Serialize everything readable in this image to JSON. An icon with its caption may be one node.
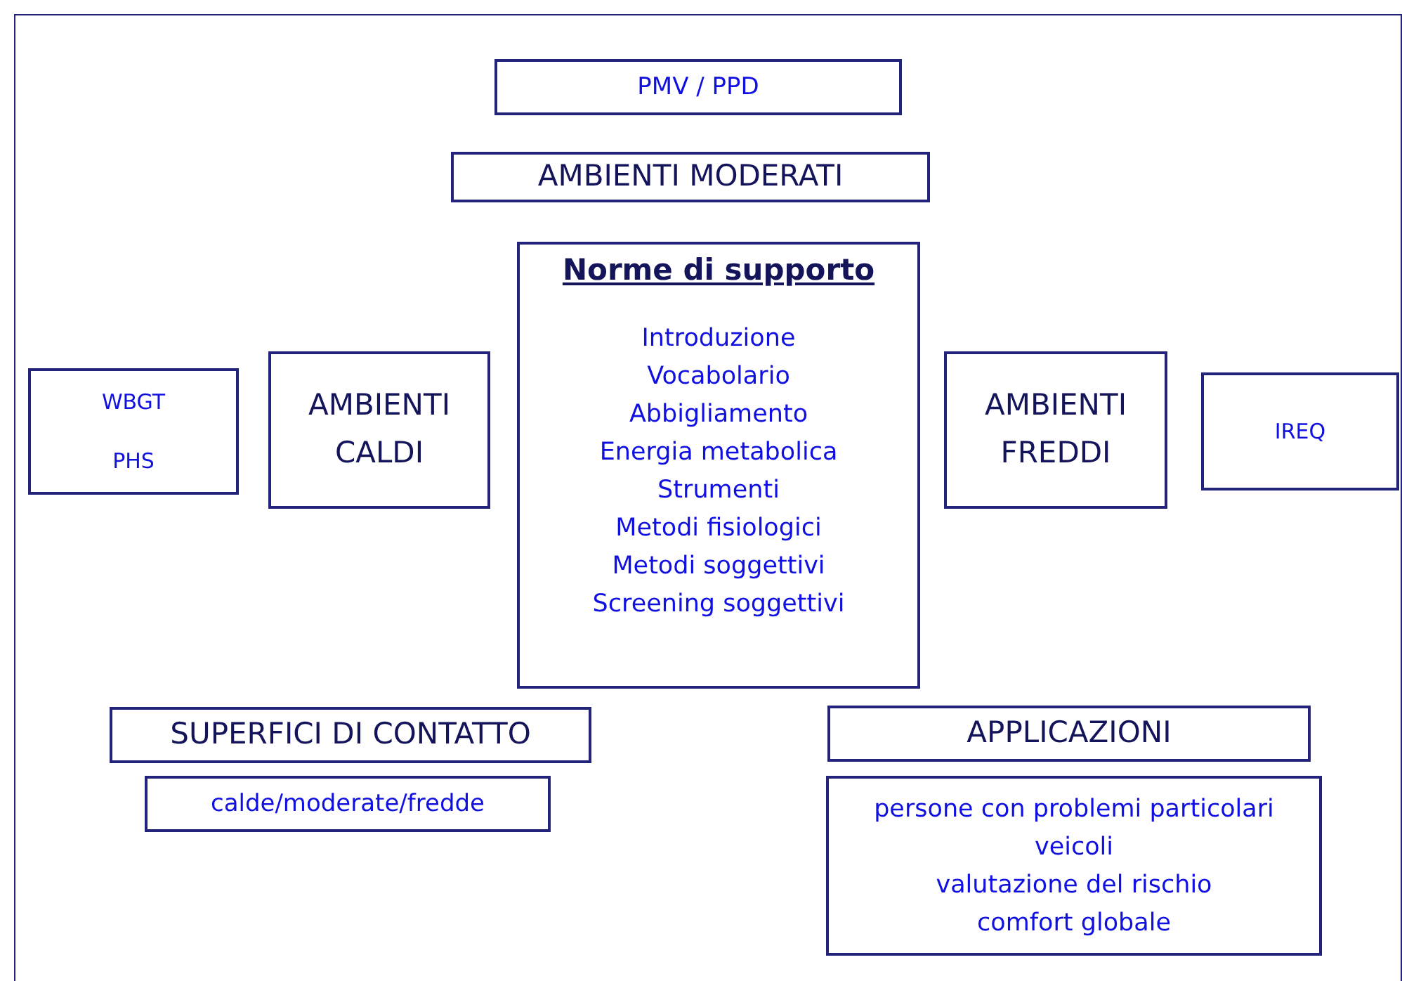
{
  "diagram": {
    "nodes": [
      {
        "text": [
          "PMV / PPD"
        ]
      },
      {
        "text": [
          "AMBIENTI MODERATI"
        ]
      },
      {
        "text": [
          "Norme di supporto",
          "Introduzione",
          "Vocabolario",
          "Abbigliamento",
          "Energia metabolica",
          "Strumenti",
          "Metodi fisiologici",
          "Metodi soggettivi",
          "Screening soggettivi"
        ]
      },
      {
        "text": [
          "WBGT",
          "PHS"
        ]
      },
      {
        "text": [
          "AMBIENTI CALDI"
        ]
      },
      {
        "text": [
          "AMBIENTI FREDDI"
        ]
      },
      {
        "text": [
          "IREQ"
        ]
      },
      {
        "text": [
          "SUPERFICI DI CONTATTO"
        ]
      },
      {
        "text": [
          "calde/moderate/fredde"
        ]
      },
      {
        "text": [
          "APPLICAZIONI"
        ]
      },
      {
        "text": [
          "persone con problemi particolari",
          "veicoli",
          "valutazione del rischio",
          "comfort globale"
        ]
      }
    ]
  }
}
